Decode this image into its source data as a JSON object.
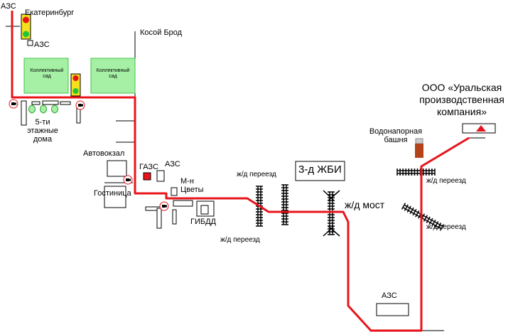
{
  "labels": {
    "azs_top": "АЗС",
    "ekaterinburg": "Екатеринбург",
    "azs_left": "АЗС",
    "kosoy_brod": "Косой Брод",
    "garden_left": "Коллективный сад",
    "garden_right": "Коллективный сад",
    "houses": "5-ти этажные дома",
    "avtovokzal": "Автовокзал",
    "gazs": "ГАЗС",
    "azs_mid": "АЗС",
    "mn_tsvety": "М-н Цветы",
    "gostinitsa": "Гостиница",
    "gibdd": "ГИБДД",
    "zd_pereezd_1": "ж/д переезд",
    "zd_pereezd_2": "ж/д переезд",
    "zbi": "3-д ЖБИ",
    "zd_most": "ж/д мост",
    "vodonapornaya": "Водонапорная башня",
    "company": "ООО «Уральская производственная компания»",
    "zd_pereezd_3": "ж/д переезд",
    "zd_pereezd_4": "ж/д переезд",
    "azs_bottom": "АЗС"
  },
  "colors": {
    "route": "#e8141b",
    "garden_fill": "#a6f0a6",
    "garden_stroke": "#44c444",
    "gazs": "#e8141b",
    "tower": "#b5431a"
  },
  "icons": [
    "traffic-light-icon",
    "traffic-camera-icon",
    "tree-icon",
    "arrow-icon",
    "railway-track-icon"
  ]
}
